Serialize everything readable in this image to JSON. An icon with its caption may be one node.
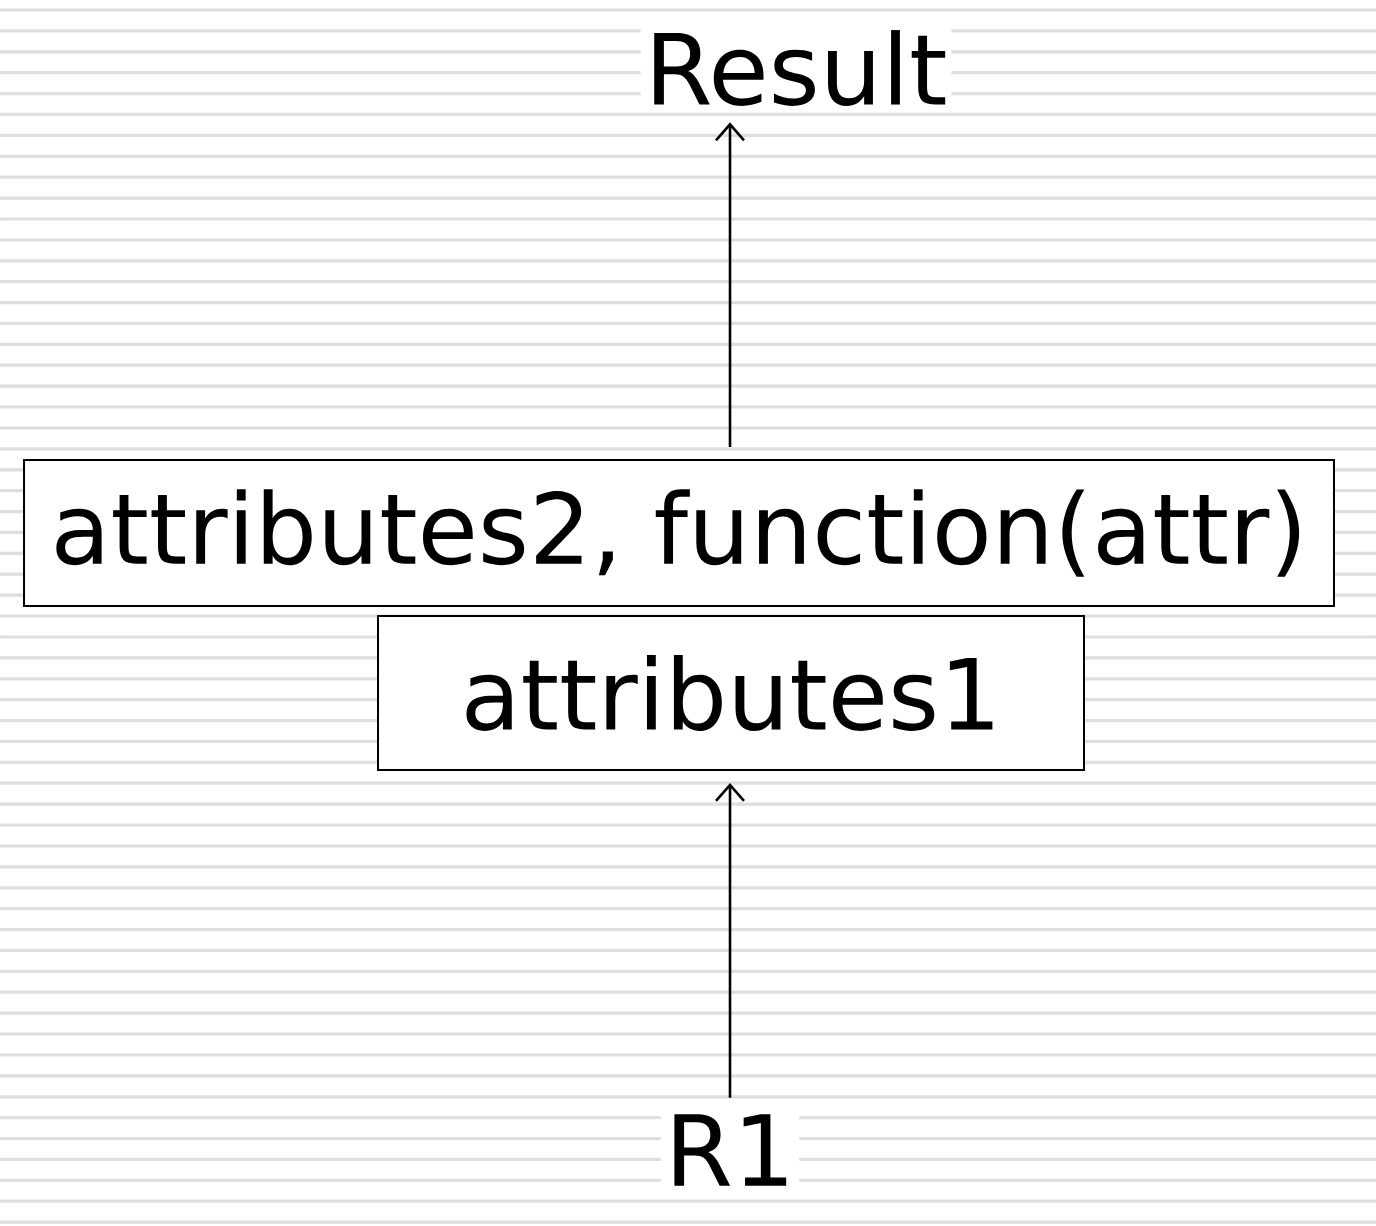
{
  "diagram": {
    "nodes": [
      {
        "text": [
          "Result"
        ]
      },
      {
        "text": [
          "attributes2, function(attr)"
        ]
      },
      {
        "text": [
          "attributes1"
        ]
      },
      {
        "text": [
          "R1"
        ]
      }
    ],
    "edges": [
      {
        "from": 3,
        "to": 2,
        "arrow": "to"
      },
      {
        "from": 1,
        "to": 0,
        "arrow": "to"
      }
    ]
  }
}
